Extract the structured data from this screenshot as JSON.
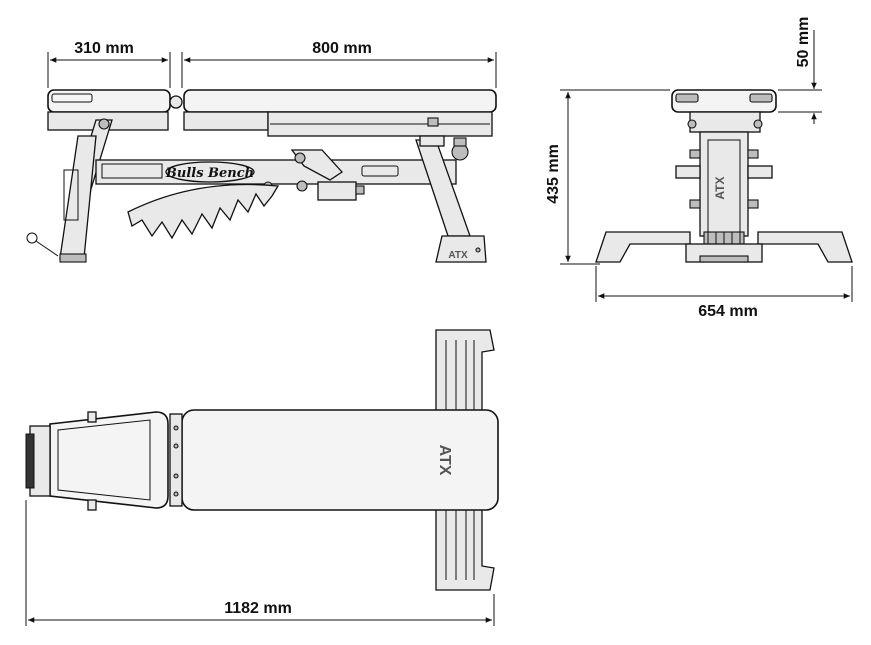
{
  "dimensions": {
    "seat_length": "310 mm",
    "back_length": "800 mm",
    "pad_thickness": "50 mm",
    "height": "435 mm",
    "width": "654 mm",
    "total_length": "1182 mm"
  },
  "labels": {
    "brand_script": "Bulls Bench",
    "logo": "ATX"
  }
}
